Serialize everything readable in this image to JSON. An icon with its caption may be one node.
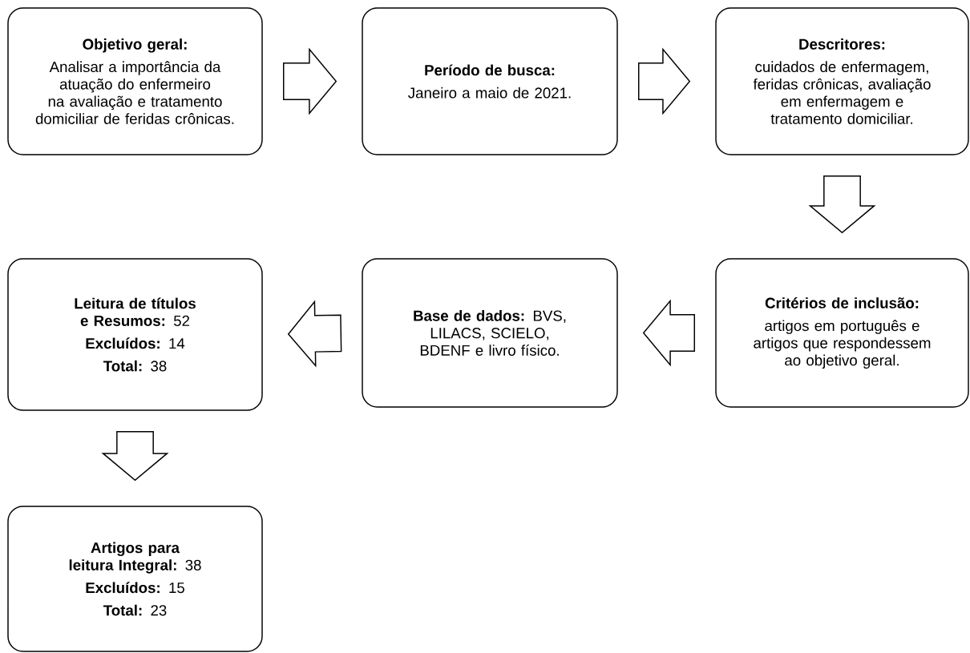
{
  "diagram": {
    "nodes": [
      {
        "text": [
          "Objetivo geral:",
          "Analisar a importância da atuação do enfermeiro na avaliação e tratamento domiciliar de feridas crônicas."
        ]
      },
      {
        "text": [
          "Período de busca:",
          "Janeiro a maio de 2021."
        ]
      },
      {
        "text": [
          "Descritores:",
          "cuidados de enfermagem, feridas crônicas, avaliação em enfermagem e tratamento domiciliar."
        ]
      },
      {
        "text": [
          "Critérios de inclusão:",
          "artigos em português e artigos que respondessem ao objetivo geral."
        ]
      },
      {
        "text": [
          "**Base de dados:** BVS, LILACS, SCIELO, BDENF e livro físico."
        ]
      },
      {
        "text": [
          "**Leitura de títulos e Resumos:** 52",
          "**Excluídos:**  14",
          "**Total:** 38"
        ]
      },
      {
        "text": [
          "**Artigos para leitura Integral:** 38",
          "**Excluídos:**  15",
          "**Total:** 23"
        ]
      }
    ],
    "edges": [
      {
        "from": 0,
        "to": 1,
        "arrow": "to"
      },
      {
        "from": 1,
        "to": 2,
        "arrow": "to"
      },
      {
        "from": 2,
        "to": 3,
        "arrow": "to"
      },
      {
        "from": 3,
        "to": 4,
        "arrow": "to"
      },
      {
        "from": 4,
        "to": 5,
        "arrow": "to"
      },
      {
        "from": 5,
        "to": 6,
        "arrow": "to"
      }
    ]
  }
}
